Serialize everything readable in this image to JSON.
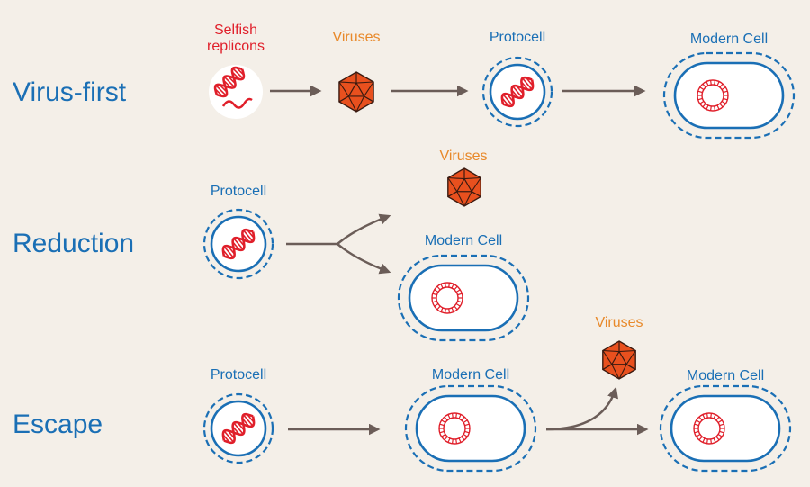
{
  "colors": {
    "background": "#f4efe8",
    "blue": "#1a6fb5",
    "red": "#e01f2a",
    "orange": "#e8892a",
    "virus": "#e8501e",
    "arrow": "#6b5d58"
  },
  "rows": [
    {
      "label": "Virus-first",
      "selfish_label_line1": "Selfish",
      "selfish_label_line2": "replicons",
      "virus_label": "Viruses",
      "protocell_label": "Protocell",
      "modern_label": "Modern Cell"
    },
    {
      "label": "Reduction",
      "protocell_label": "Protocell",
      "virus_label": "Viruses",
      "modern_label": "Modern Cell"
    },
    {
      "label": "Escape",
      "protocell_label": "Protocell",
      "modern_label_1": "Modern Cell",
      "virus_label": "Viruses",
      "modern_label_2": "Modern Cell"
    }
  ]
}
